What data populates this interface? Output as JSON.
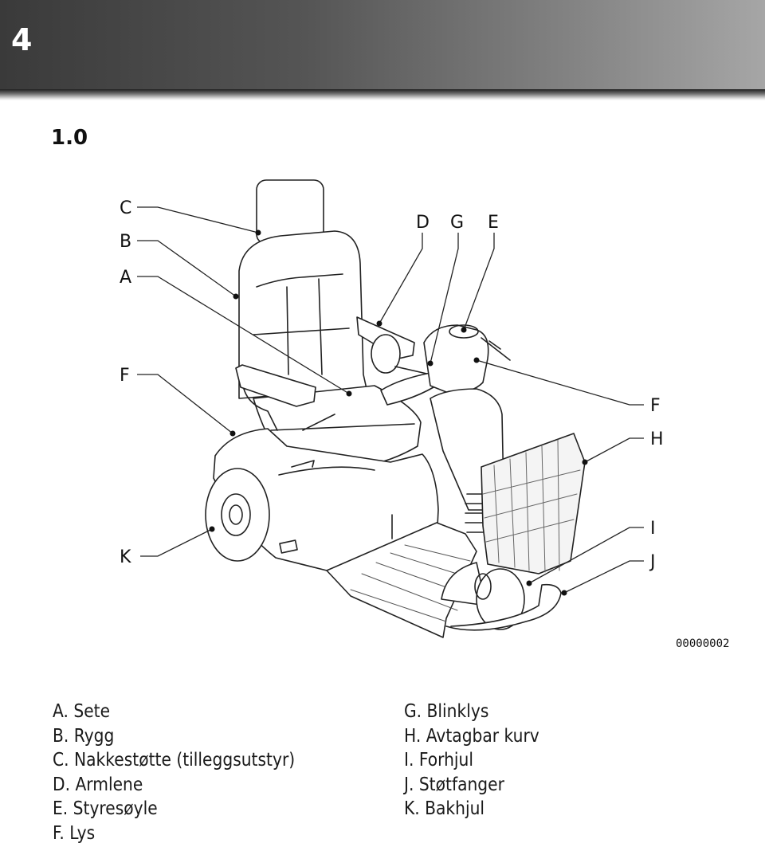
{
  "header": {
    "page_number": "4",
    "section_number": "1.0"
  },
  "figure": {
    "figure_id": "00000002",
    "callouts": [
      "C",
      "B",
      "A",
      "F",
      "D",
      "G",
      "E",
      "F",
      "H",
      "I",
      "J",
      "K"
    ]
  },
  "legend": {
    "left": [
      "A. Sete",
      "B. Rygg",
      "C. Nakkestøtte (tilleggsutstyr)",
      "D. Armlene",
      "E. Styresøyle",
      "F. Lys"
    ],
    "right": [
      "G. Blinklys",
      "H. Avtagbar kurv",
      "I. Forhjul",
      "J. Støtfanger",
      "K. Bakhjul"
    ]
  }
}
